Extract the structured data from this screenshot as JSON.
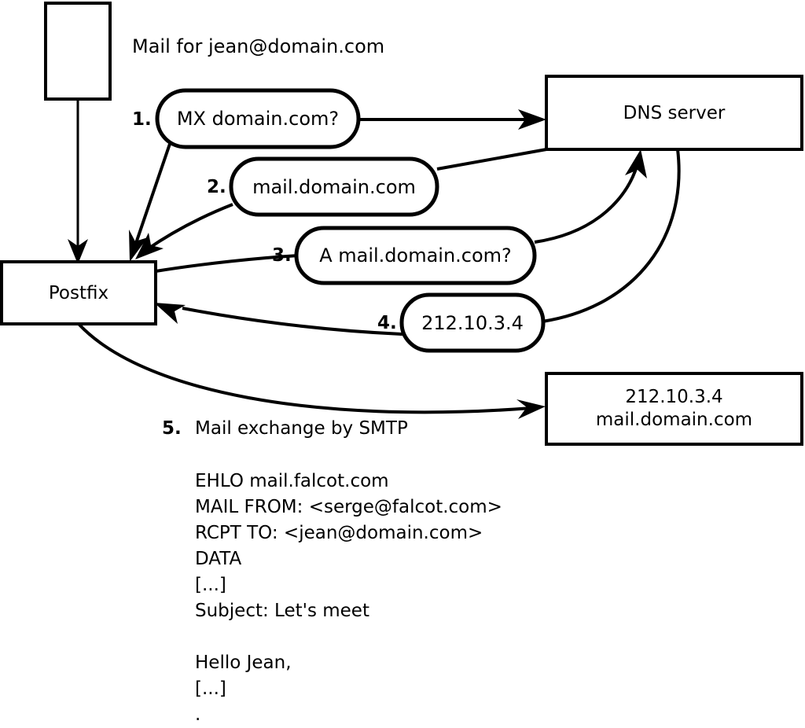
{
  "diagram": {
    "title_text": "Mail for jean@domain.com",
    "nodes": {
      "mail_client": {
        "label": ""
      },
      "postfix": {
        "label": "Postfix"
      },
      "dns_server": {
        "label": "DNS server"
      },
      "remote_mx": {
        "line1": "212.10.3.4",
        "line2": "mail.domain.com"
      }
    },
    "steps": [
      {
        "num": "1.",
        "label": "MX domain.com?"
      },
      {
        "num": "2.",
        "label": "mail.domain.com"
      },
      {
        "num": "3.",
        "label": "A mail.domain.com?"
      },
      {
        "num": "4.",
        "label": "212.10.3.4"
      }
    ],
    "step5": {
      "num": "5.",
      "label": "Mail exchange by SMTP"
    },
    "smtp_transcript": [
      "EHLO mail.falcot.com",
      "MAIL FROM: <serge@falcot.com>",
      "RCPT TO: <jean@domain.com>",
      "DATA",
      "[...]",
      "Subject: Let's meet",
      "",
      "Hello Jean,",
      "[...]",
      "."
    ],
    "colors": {
      "stroke": "#000000",
      "fill": "#ffffff"
    }
  }
}
